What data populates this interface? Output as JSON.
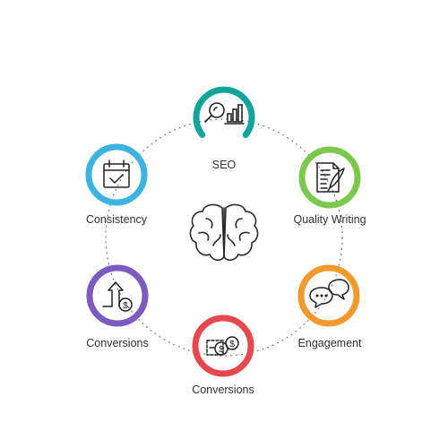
{
  "diagram": {
    "center_icon": "brain-icon",
    "nodes": [
      {
        "id": "seo",
        "label": "SEO",
        "color": "#12a49a",
        "icon": "magnifier-bar-chart-icon",
        "ring": "open-bottom"
      },
      {
        "id": "quality-writing",
        "label": "Quality Writing",
        "color": "#7dc94f",
        "icon": "document-quill-icon",
        "ring": "full"
      },
      {
        "id": "engagement",
        "label": "Engagement",
        "color": "#f29a2e",
        "icon": "chat-bubbles-icon",
        "ring": "full"
      },
      {
        "id": "conversions-bottom",
        "label": "Conversions",
        "color": "#e5484f",
        "icon": "cash-coins-icon",
        "ring": "full"
      },
      {
        "id": "conversions-left",
        "label": "Conversions",
        "color": "#7b5bbf",
        "icon": "arrow-up-dollar-icon",
        "ring": "full"
      },
      {
        "id": "consistency",
        "label": "Consistency",
        "color": "#3fb3e0",
        "icon": "calendar-check-icon",
        "ring": "full"
      }
    ]
  }
}
